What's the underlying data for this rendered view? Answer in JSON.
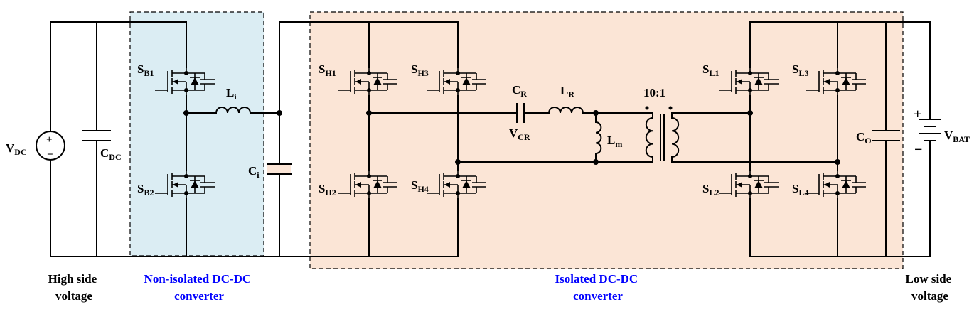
{
  "labels": {
    "vdc": {
      "main": "V",
      "sub": "DC"
    },
    "cdc": {
      "main": "C",
      "sub": "DC"
    },
    "sb1": {
      "main": "S",
      "sub": "B1"
    },
    "sb2": {
      "main": "S",
      "sub": "B2"
    },
    "li": {
      "main": "L",
      "sub": "i"
    },
    "ci": {
      "main": "C",
      "sub": "i"
    },
    "sh1": {
      "main": "S",
      "sub": "H1"
    },
    "sh2": {
      "main": "S",
      "sub": "H2"
    },
    "sh3": {
      "main": "S",
      "sub": "H3"
    },
    "sh4": {
      "main": "S",
      "sub": "H4"
    },
    "cr": {
      "main": "C",
      "sub": "R"
    },
    "vcr": {
      "main": "V",
      "sub": "CR"
    },
    "lr": {
      "main": "L",
      "sub": "R"
    },
    "lm": {
      "main": "L",
      "sub": "m"
    },
    "ratio": "10:1",
    "sl1": {
      "main": "S",
      "sub": "L1"
    },
    "sl2": {
      "main": "S",
      "sub": "L2"
    },
    "sl3": {
      "main": "S",
      "sub": "L3"
    },
    "sl4": {
      "main": "S",
      "sub": "L4"
    },
    "co": {
      "main": "C",
      "sub": "O"
    },
    "vbat": {
      "main": "V",
      "sub": "BAT"
    },
    "plus": "+",
    "minus": "−"
  },
  "captions": {
    "high_side": [
      "High side",
      "voltage"
    ],
    "non_isolated": [
      "Non-isolated DC-DC",
      "converter"
    ],
    "isolated": [
      "Isolated DC-DC",
      "converter"
    ],
    "low_side": [
      "Low side",
      "voltage"
    ]
  },
  "colors": {
    "non_isolated_fill": "#dbedf3",
    "isolated_fill": "#fbe5d6",
    "caption_blue": "#0000ff",
    "wire": "#000000"
  }
}
